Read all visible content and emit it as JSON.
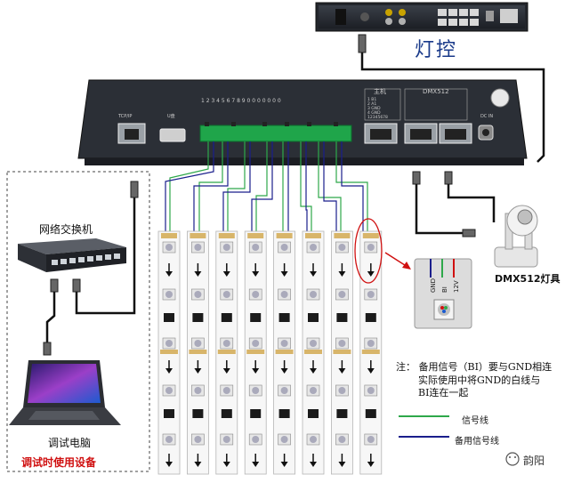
{
  "labels": {
    "light_control": "灯控",
    "network_switch": "网络交换机",
    "debug_pc": "调试电脑",
    "debug_pc_note": "调试时使用设备",
    "dmx_fixture": "DMX512灯具",
    "note_line1": "注：  备用信号（BI）要与GND相连",
    "note_line2": "实际使用中将GND的白线与",
    "note_line3": "BI连在一起",
    "legend_signal": "信号线",
    "legend_backup": "备用信号线",
    "brand": "韵阳"
  },
  "controller": {
    "port_tcpip": "TCP/IP",
    "port_u": "U盘",
    "port_numbers": "1 2 3 4 5 6 7 8 9 0 0 0 0 0 0 0",
    "master_title": "主机",
    "dmx_title": "DMX512",
    "dip_lines": [
      "1 B1",
      "2 A1",
      "3 GND",
      "4 GND"
    ],
    "dip_digits": "12345678",
    "dc_in": "DC IN"
  },
  "zoom_pins": [
    "GND",
    "BI",
    "12V"
  ],
  "colors": {
    "signal_line": "#2ea84a",
    "backup_line": "#1a1e8c",
    "note_red": "#d01010",
    "title_blue": "#1a3a8a"
  },
  "strips": {
    "count": 8
  }
}
